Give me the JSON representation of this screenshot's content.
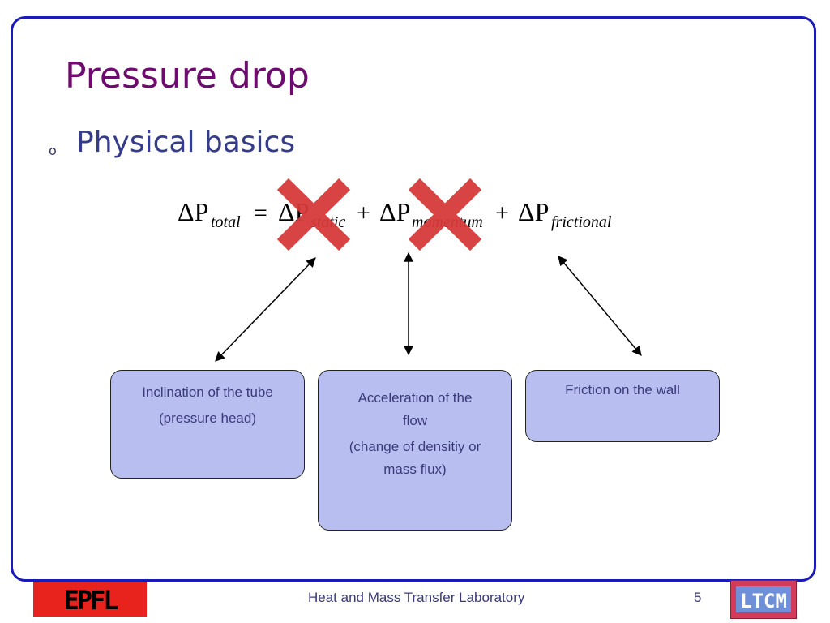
{
  "slide": {
    "title": "Pressure drop",
    "bullet": "Physical basics"
  },
  "equation": {
    "lhs_symbol": "ΔP",
    "lhs_sub": "total",
    "equals": "=",
    "term1_symbol": "ΔP",
    "term1_sub": "static",
    "plus1": "+",
    "term2_symbol": "ΔP",
    "term2_sub": "momentum",
    "plus2": "+",
    "term3_symbol": "ΔP",
    "term3_sub": "frictional",
    "cross_color": "#d63a3a"
  },
  "boxes": {
    "static": {
      "line1": "Inclination of the tube",
      "line2": "(pressure head)"
    },
    "momentum": {
      "line1a": "Acceleration of the",
      "line1b": "flow",
      "line2a": "(change of densitiy or",
      "line2b": "mass flux)"
    },
    "frictional": {
      "line1": "Friction on the wall"
    }
  },
  "footer": {
    "lab": "Heat and Mass Transfer Laboratory",
    "page": "5",
    "left_logo": "EPFL",
    "right_logo": "LTCM"
  },
  "colors": {
    "frame": "#1a1ab8",
    "title": "#6e0b6e",
    "box_fill": "#b8bff0"
  }
}
